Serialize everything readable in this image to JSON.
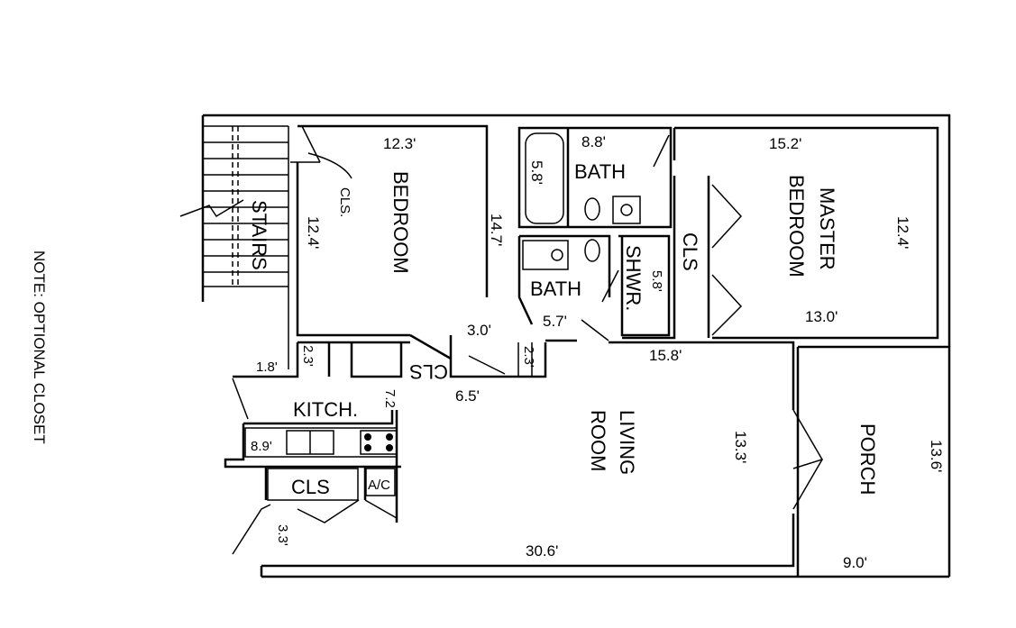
{
  "note": "NOTE: OPTIONAL CLOSET",
  "rooms": {
    "stairs": "STAIRS",
    "bedroom": "BEDROOM",
    "bedroom_closet": "CLS.",
    "bath1": "BATH",
    "bath2": "BATH",
    "shower": "SHWR.",
    "master_closet": "CLS",
    "master_bedroom_line1": "MASTER",
    "master_bedroom_line2": "BEDROOM",
    "hall_closet": "CLS",
    "kitchen": "KITCH.",
    "kitchen_closet": "CLS",
    "ac": "A/C",
    "living_line1": "LIVING",
    "living_line2": "ROOM",
    "porch": "PORCH"
  },
  "dimensions": {
    "bedroom_width": "12.3'",
    "bedroom_depth": "12.4'",
    "bedroom_side": "14.7'",
    "tub": "5.8'",
    "bath1_width": "8.8'",
    "shower": "5.8'",
    "master_width": "15.2'",
    "master_depth": "12.4'",
    "master_bottom": "13.0'",
    "hall": "3.0'",
    "bath2_width": "5.7'",
    "hall_left": "2.3'",
    "hall_right": "2.3'",
    "entry": "1.8'",
    "living_top": "15.8'",
    "hall_bottom": "6.5'",
    "kitchen_depth": "7.2",
    "kitchen_width": "8.9'",
    "living_depth": "13.3'",
    "entry_door": "3.3'",
    "living_width": "30.6'",
    "porch_depth": "13.6'",
    "porch_width": "9.0'"
  }
}
